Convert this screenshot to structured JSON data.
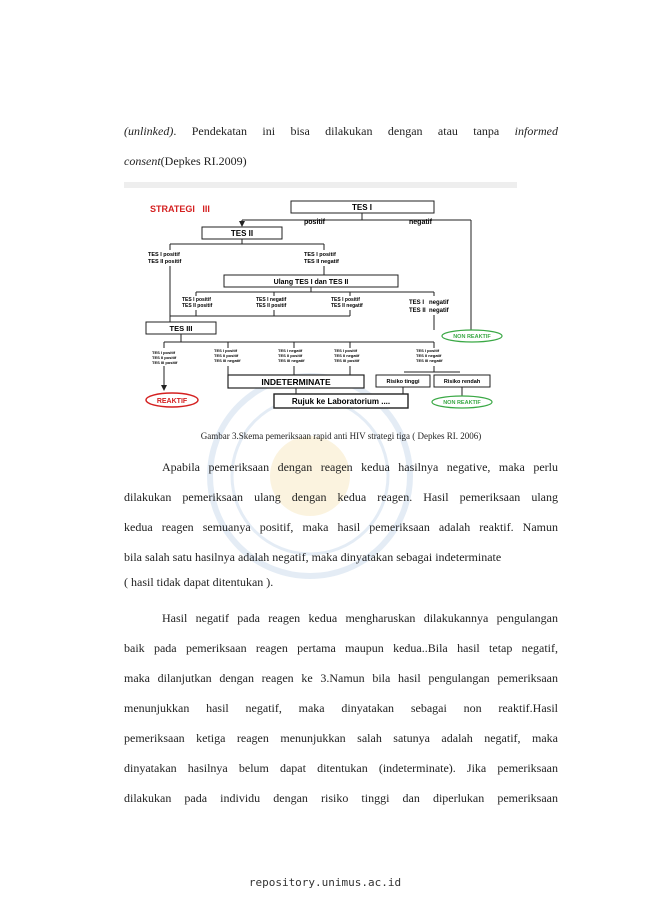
{
  "paragraph1": {
    "line1_italic_a": "(unlinked)",
    "line1_text": ". Pendekatan ini bisa dilakukan dengan atau tanpa ",
    "line1_italic_b": "informed",
    "line2_italic": "consent",
    "line2_text": "(Depkes RI.2009)"
  },
  "figure": {
    "title": "STRATEGI   III",
    "tes1": "TES I",
    "positif": "positif",
    "negatif": "negatif",
    "tes2": "TES II",
    "branch_left": [
      "TES I  positif",
      "TES II positif"
    ],
    "branch_right": [
      "TES I  positif",
      "TES II negatif"
    ],
    "ulang": "Ulang TES I dan TES II",
    "u1": [
      "TES I  positif",
      "TES II  positif"
    ],
    "u2": [
      "TES I  negatif",
      "TES II positif"
    ],
    "u3": [
      "TES I  positif",
      "TES II negatif"
    ],
    "u4": [
      "TES I   negatif",
      "TES II  negatif"
    ],
    "tes3": "TES III",
    "non_reaktif_1": "NON REAKTIF",
    "t3a": [
      "TES I  positif",
      "TES II positif",
      "TES III positif"
    ],
    "t3b": [
      "TES I  positif",
      "TES II positif",
      "TES III negatif"
    ],
    "t3c": [
      "TES I  negatif",
      "TES II positif",
      "TES III negatif"
    ],
    "t3d": [
      "TES I  positif",
      "TES II negatif",
      "TES III positif"
    ],
    "t3e": [
      "TES I  positif",
      "TES II negatif",
      "TES III negatif"
    ],
    "indeterminate": "INDETERMINATE",
    "risiko_tinggi": "Risiko tinggi",
    "risiko_rendah": "Risiko rendah",
    "reaktif": "REAKTIF",
    "rujuk": "Rujuk ke Laboratorium ....",
    "non_reaktif_2": "NON REAKTIF",
    "colors": {
      "red": "#d42020",
      "green": "#3aa845",
      "box": "#222222"
    }
  },
  "caption": "Gambar 3.Skema  pemeriksaan rapid anti HIV  strategi tiga ( Depkes RI. 2006)",
  "paragraph2": [
    "Apabila pemeriksaan dengan reagen kedua hasilnya negative, maka perlu",
    "dilakukan pemeriksaan ulang dengan kedua reagen. Hasil pemeriksaan ulang",
    "kedua reagen semuanya positif, maka hasil pemeriksaan adalah reaktif. Namun",
    "bila salah satu hasilnya adalah negatif, maka dinyatakan sebagai indeterminate",
    "( hasil tidak dapat ditentukan )."
  ],
  "paragraph3": [
    "Hasil negatif pada reagen kedua mengharuskan dilakukannya pengulangan",
    "baik pada pemeriksaan reagen pertama maupun kedua..Bila hasil tetap negatif,",
    "maka dilanjutkan dengan reagen ke 3.Namun bila hasil pengulangan pemeriksaan",
    "menunjukkan hasil negatif, maka dinyatakan sebagai non reaktif.Hasil",
    "pemeriksaan ketiga reagen menunjukkan salah satunya adalah negatif, maka",
    "dinyatakan hasilnya belum dapat ditentukan (indeterminate). Jika pemeriksaan",
    "dilakukan pada individu dengan risiko tinggi dan diperlukan pemeriksaan"
  ],
  "footer": "repository.unimus.ac.id"
}
